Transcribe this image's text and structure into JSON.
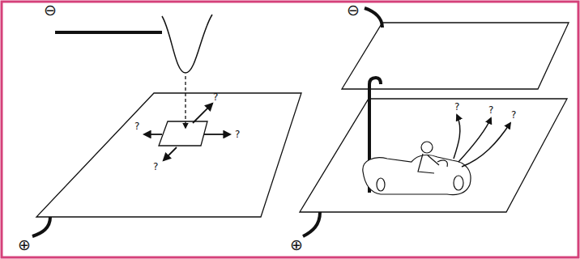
{
  "diagram": {
    "labels": [
      "⊖",
      "?",
      "?",
      "?",
      "?",
      "⊕",
      "⊖",
      "?",
      "?",
      "?",
      "⊕"
    ]
  }
}
